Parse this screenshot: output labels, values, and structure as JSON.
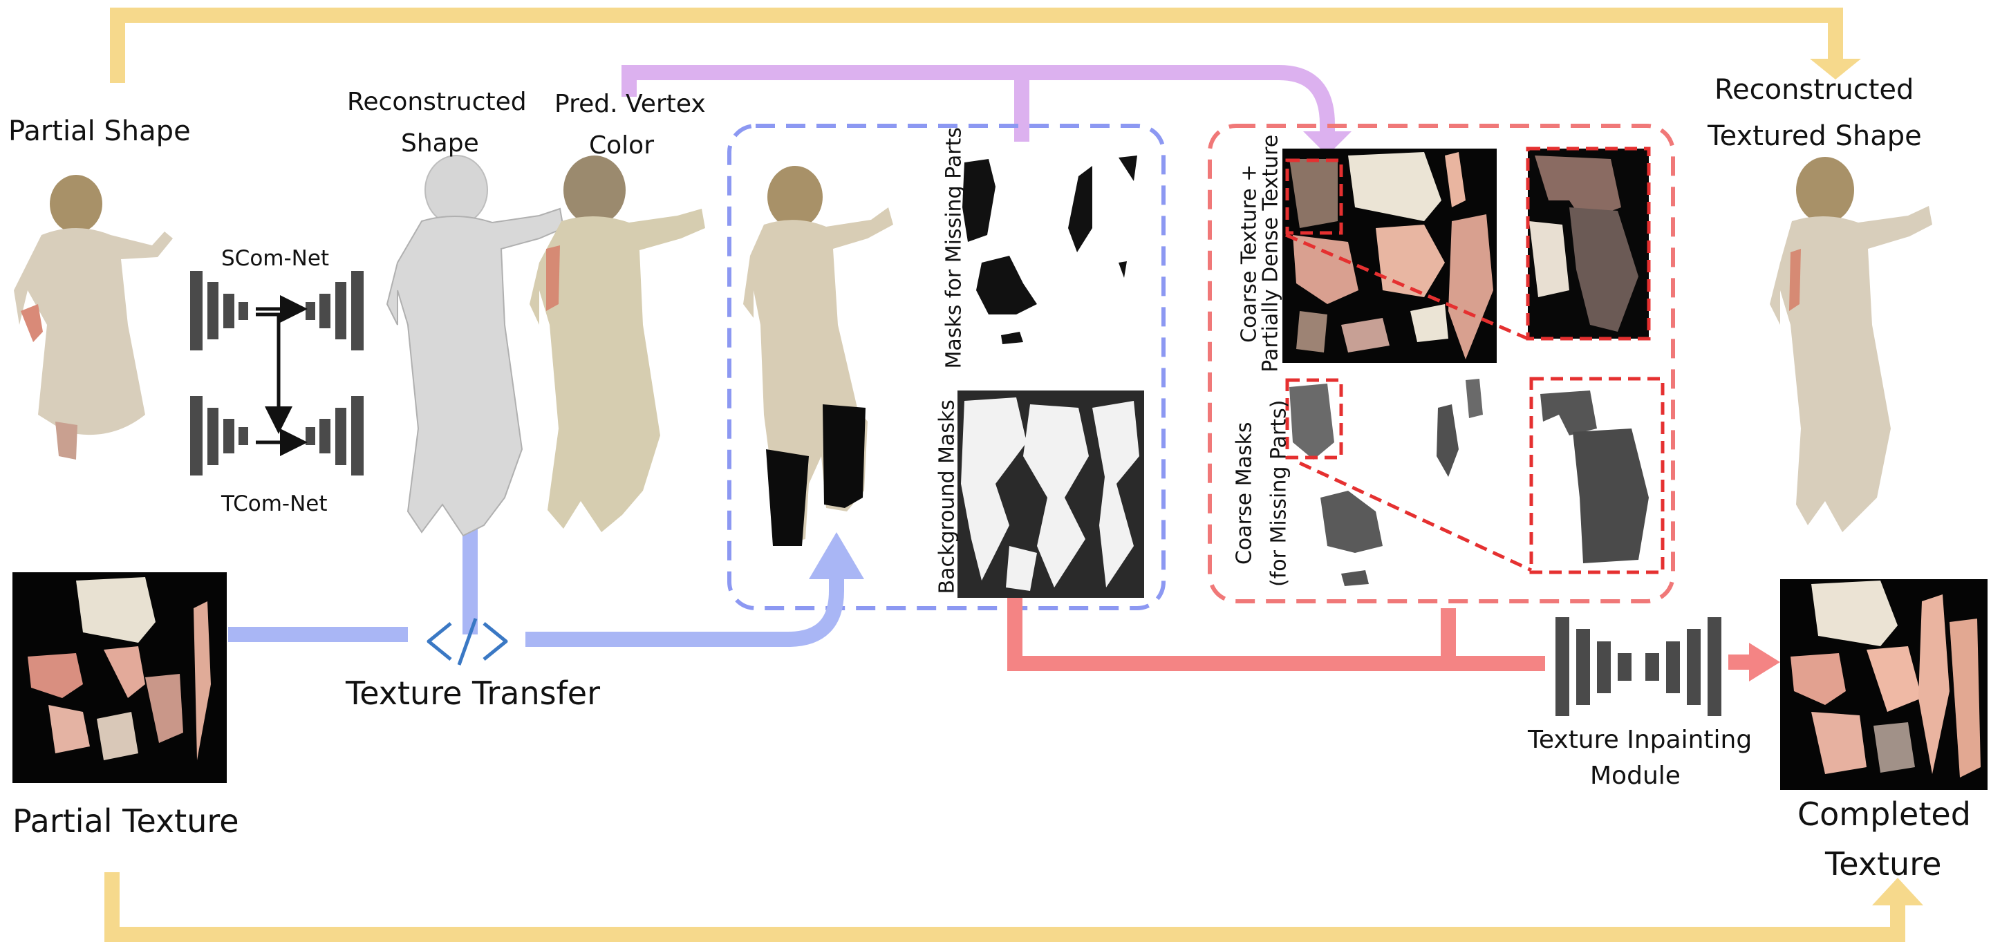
{
  "labels": {
    "partial_shape": "Partial Shape",
    "scom_net": "SCom-Net",
    "tcom_net": "TCom-Net",
    "reconstructed_shape_1": "Reconstructed",
    "reconstructed_shape_2": "Shape",
    "pred_vertex_1": "Pred. Vertex",
    "pred_vertex_2": "Color",
    "masks_missing_parts": "Masks for Missing Parts",
    "background_masks": "Background Masks",
    "coarse_texture_1": "Coarse Texture +",
    "coarse_texture_2": "Partially Dense Texture",
    "coarse_masks_1": "Coarse Masks",
    "coarse_masks_2": "(for Missing Parts)",
    "reconstructed_textured_1": "Reconstructed",
    "reconstructed_textured_2": "Textured Shape",
    "partial_texture": "Partial Texture",
    "texture_transfer": "Texture Transfer",
    "texture_inpainting_1": "Texture Inpainting",
    "texture_inpainting_2": "Module",
    "completed_texture_1": "Completed",
    "completed_texture_2": "Texture"
  },
  "icons": {
    "transfer": "code-brackets-icon"
  },
  "colors": {
    "yellow_arrow": "#f6d98c",
    "blue_arrow": "#a9b6f5",
    "purple_arrow": "#dcb1ef",
    "red_arrow": "#f48484",
    "blue_box": "#8c98f2",
    "red_box": "#f07878",
    "network_gray": "#4a4a4a"
  }
}
